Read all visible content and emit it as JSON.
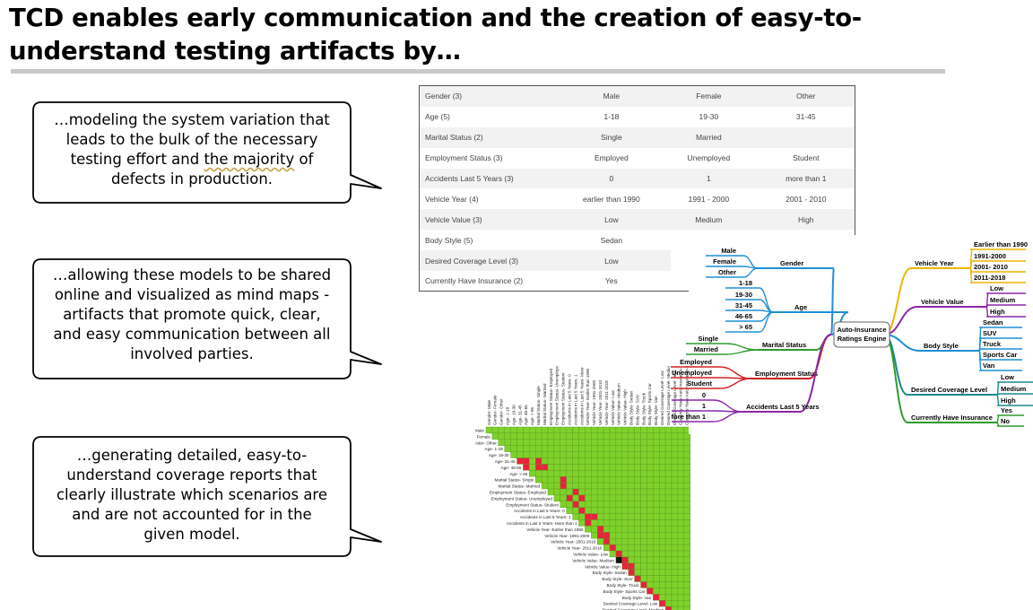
{
  "slide": {
    "title_line1": "TCD enables early communication and the creation of easy-to-",
    "title_line2": "understand testing artifacts by…"
  },
  "callouts": [
    {
      "lines": [
        "…modeling the system variation that",
        "leads to the bulk of the necessary",
        "testing effort and ",
        "the majority",
        " of",
        "defects in production."
      ]
    },
    {
      "lines": [
        "…allowing these models to be shared",
        "online and visualized as mind maps -",
        "artifacts that promote quick, clear,",
        "and easy communication between all",
        "involved parties."
      ]
    },
    {
      "lines": [
        "…generating detailed, easy-to-",
        "understand coverage reports that",
        "clearly illustrate which scenarios are",
        "and are not accounted for in the",
        "given model."
      ]
    }
  ],
  "attribute_table": {
    "rows": [
      {
        "name": "Gender (3)",
        "values": [
          "Male",
          "Female",
          "Other"
        ]
      },
      {
        "name": "Age (5)",
        "values": [
          "1-18",
          "19-30",
          "31-45"
        ]
      },
      {
        "name": "Marital Status (2)",
        "values": [
          "Single",
          "Married",
          ""
        ]
      },
      {
        "name": "Employment Status (3)",
        "values": [
          "Employed",
          "Unemployed",
          "Student"
        ]
      },
      {
        "name": "Accidents Last 5 Years (3)",
        "values": [
          "0",
          "1",
          "more than 1"
        ]
      },
      {
        "name": "Vehicle Year (4)",
        "values": [
          "earlier than 1990",
          "1991 - 2000",
          "2001 - 2010"
        ]
      },
      {
        "name": "Vehicle Value (3)",
        "values": [
          "Low",
          "Medium",
          "High"
        ]
      },
      {
        "name": "Body Style (5)",
        "values": [
          "Sedan",
          "",
          ""
        ]
      },
      {
        "name": "Desired Coverage Level (3)",
        "values": [
          "Low",
          "",
          ""
        ]
      },
      {
        "name": "Currently Have Insurance (2)",
        "values": [
          "Yes",
          "",
          ""
        ]
      }
    ]
  },
  "mind_map": {
    "center": [
      "Auto-Insurance",
      "Ratings Engine"
    ],
    "branches": [
      {
        "label": "Gender",
        "color": "#1f8fd6",
        "leaves": [
          "Male",
          "Female",
          "Other"
        ]
      },
      {
        "label": "Age",
        "color": "#1f8fd6",
        "leaves": [
          "1-18",
          "19-30",
          "31-45",
          "46-65",
          "> 65"
        ]
      },
      {
        "label": "Marital Status",
        "color": "#2e9a2e",
        "leaves": [
          "Single",
          "Married"
        ]
      },
      {
        "label": "Employment Status",
        "color": "#d32222",
        "leaves": [
          "Employed",
          "Unemployed",
          "Student"
        ]
      },
      {
        "label": "Accidents Last 5 Years",
        "color": "#8b27a8",
        "leaves": [
          "0",
          "1",
          "fore than 1"
        ]
      },
      {
        "label": "Vehicle Year",
        "color": "#f0b400",
        "leaves": [
          "Earlier than 1990",
          "1991-2000",
          "2001- 2010",
          "2011-2018"
        ]
      },
      {
        "label": "Vehicle Value",
        "color": "#8b27a8",
        "leaves": [
          "Low",
          "Medium",
          "High"
        ]
      },
      {
        "label": "Body Style",
        "color": "#1f8fd6",
        "leaves": [
          "Sedan",
          "SUV",
          "Truck",
          "Sports Car",
          "Van"
        ]
      },
      {
        "label": "Desired Coverage Level",
        "color": "#1a8c8c",
        "leaves": [
          "Low",
          "Medium",
          "High"
        ]
      },
      {
        "label": "Currently Have Insurance",
        "color": "#2e9a2e",
        "leaves": [
          "Yes",
          "No"
        ]
      }
    ]
  },
  "coverage": {
    "labels": [
      "Gender- Male",
      "Gender- Female",
      "Gender- Other",
      "Age- 1-18",
      "Age- 19-30",
      "Age- 31-45",
      "Age- 46-65",
      "Age- > 65",
      "Marital Status- Single",
      "Marital Status- Married",
      "Employment Status- Employed",
      "Employment Status- Unemployed",
      "Employment Status- Student",
      "Accidents in Last 5 Years- 0",
      "Accidents in Last 5 Years- 1",
      "Accidents in Last 5 Years- More than 1",
      "Vehicle Year- Earlier than 1990",
      "Vehicle Year- 1991-2000",
      "Vehicle Year- 2001-2010",
      "Vehicle Year- 2011-2018",
      "Vehicle Value- Low",
      "Vehicle Value- Medium",
      "Vehicle Value- High",
      "Body Style- Sedan",
      "Body Style- SUV",
      "Body Style- Truck",
      "Body Style- Sports Car",
      "Body Style- Van",
      "Desired Coverage Level- Low",
      "Desired Coverage Level- Medium",
      "Desired Coverage Level- High",
      "Currently Have Auto Insurance- Yes",
      "Currently Have Auto Insurance- No"
    ],
    "colors": {
      "covered": "#7fd12b",
      "not_covered": "#e8233c",
      "special": "#111111",
      "grid": "#5a9a1e"
    }
  }
}
